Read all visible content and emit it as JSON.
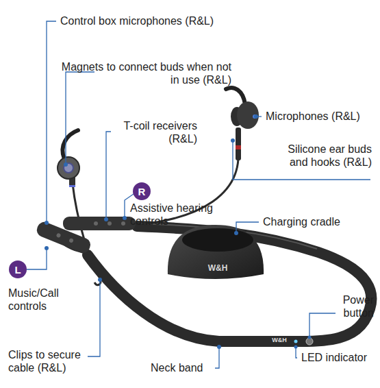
{
  "diagram": {
    "nodes": [
      {
        "text": [
          "R"
        ]
      },
      {
        "text": [
          "L"
        ]
      }
    ],
    "labels": [
      "Control box microphones (R&L)",
      "Magnets to connect buds when not in use (R&L)",
      "T-coil receivers (R&L)",
      "Microphones (R&L)",
      "Silicone ear buds and hooks (R&L)",
      "Assistive hearing controls",
      "Charging cradle",
      "Music/Call controls",
      "Power button",
      "Clips to secure cable (R&L)",
      "Neck band",
      "LED indicator",
      "W&H",
      "W&H"
    ]
  }
}
